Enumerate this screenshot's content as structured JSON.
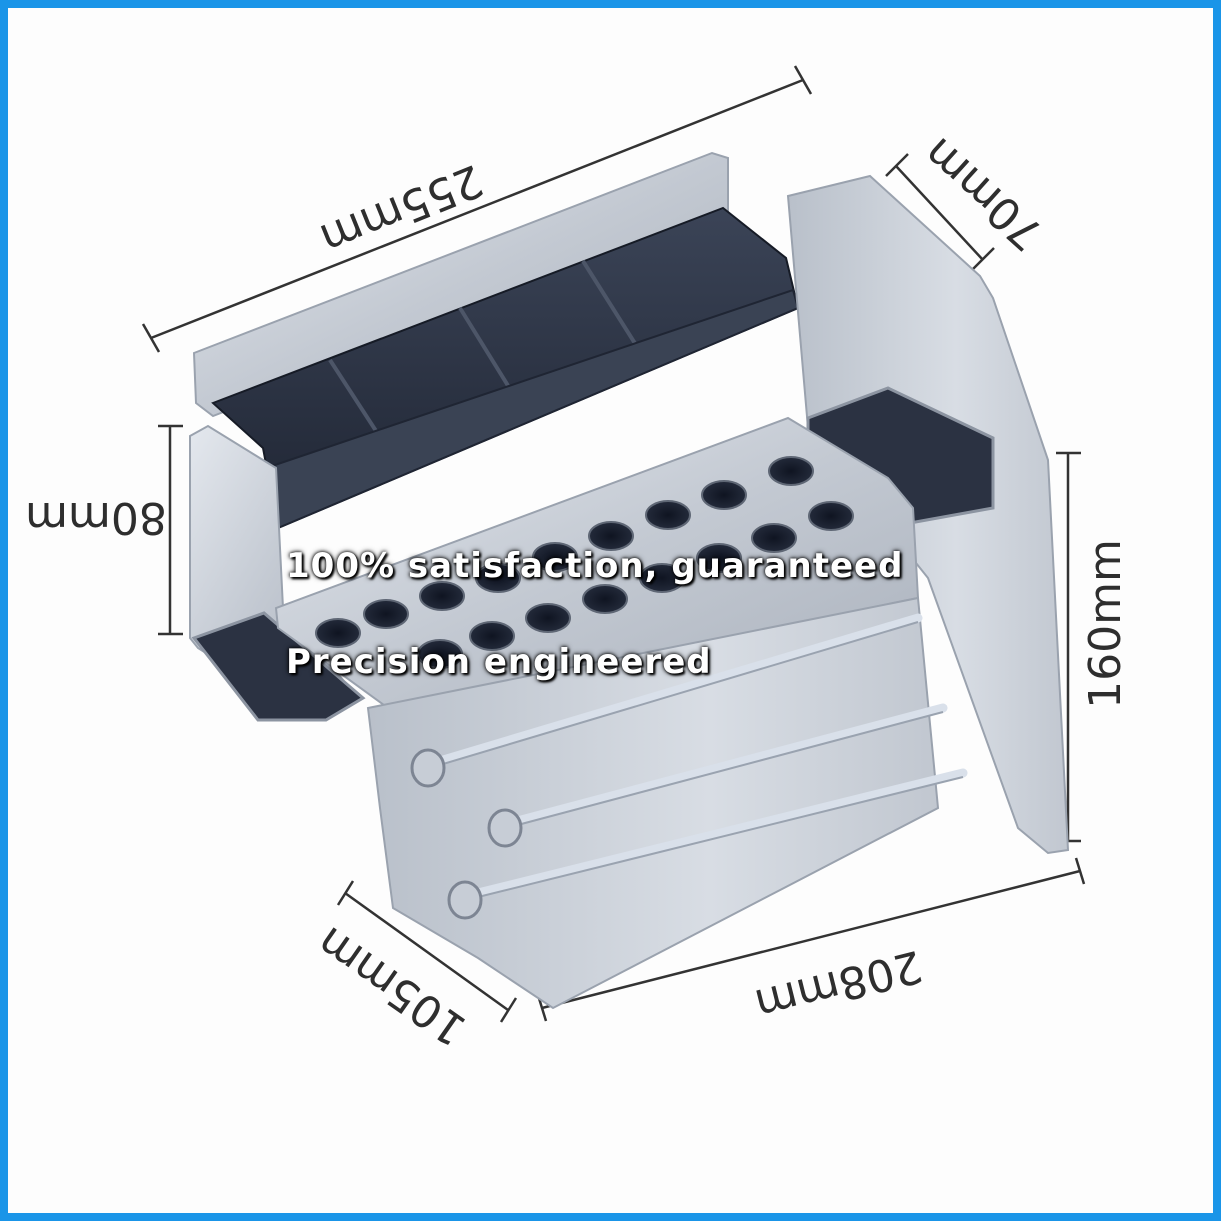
{
  "dimensions": {
    "length_top": "255mm",
    "depth_top": "70mm",
    "height_left": "80mm",
    "height_right": "160mm",
    "base_width": "208mm",
    "base_depth": "105mm"
  },
  "overlay": {
    "line1": "100% satisfaction, guaranteed",
    "line2": "Precision engineered"
  },
  "colors": {
    "border": "#1a95e8",
    "metal": "#c9ced6",
    "tray": "#2a3140",
    "dim_line": "#333333"
  }
}
